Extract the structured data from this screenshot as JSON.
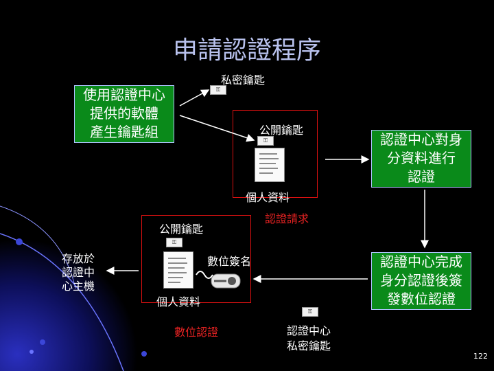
{
  "title": "申請認證程序",
  "labels": {
    "private_key_top": "私密鑰匙",
    "public_key_1": "公開鑰匙",
    "personal_data_1": "個人資料",
    "cert_request": "認證請求",
    "public_key_2": "公開鑰匙",
    "digital_signature": "數位簽名",
    "personal_data_2": "個人資料",
    "digital_certificate": "數位認證",
    "ca_private_key": [
      "認證中心",
      "私密鑰匙"
    ]
  },
  "boxes": {
    "generate": [
      "使用認證中心",
      "提供的軟體",
      "產生鑰匙組"
    ],
    "verify": [
      "認證中心對身",
      "分資料進行",
      "認證"
    ],
    "complete": [
      "認證中心完成",
      "身分認證後簽",
      "發數位認證"
    ]
  },
  "stored": [
    "存放於",
    "認證中",
    "心主機"
  ],
  "page_number": "122",
  "colors": {
    "background": "#000000",
    "title": "#b9c2ee",
    "box_fill": "#0a8a1a",
    "red": "#e52222",
    "deco_blue": "#1a1f8f"
  },
  "icons": [
    "key-icon",
    "document-icon",
    "signature-icon",
    "arrow"
  ]
}
